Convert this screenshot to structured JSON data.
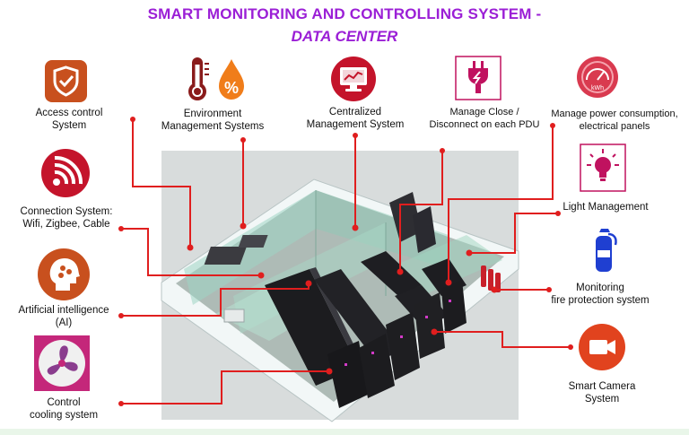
{
  "title": {
    "line1": "SMART MONITORING AND CONTROLLING SYSTEM -",
    "line2": "DATA CENTER"
  },
  "colors": {
    "title": "#9b1fd6",
    "connector": "#e01e1e",
    "icon_orange": "#c8501e",
    "icon_red": "#c4142b",
    "icon_magenta": "#c0125f",
    "icon_blue": "#1f3fd1"
  },
  "features": {
    "access": {
      "line1": "Access control",
      "line2": "System",
      "icon": "shield-check-icon"
    },
    "environment": {
      "line1": "Environment",
      "line2": "Management Systems",
      "icon": "thermometer-humidity-icon"
    },
    "centralized": {
      "line1": "Centralized",
      "line2": "Management System",
      "icon": "monitor-dashboard-icon"
    },
    "pdu": {
      "line1": "Manage Close /",
      "line2": "Disconnect on each PDU",
      "icon": "power-plug-icon"
    },
    "power": {
      "line1": "Manage power consumption,",
      "line2": "electrical panels",
      "icon": "kwh-meter-icon",
      "icon_text": "kWh"
    },
    "connection": {
      "line1": "Connection System:",
      "line2": "Wifi, Zigbee, Cable",
      "icon": "wifi-signal-icon"
    },
    "light": {
      "line1": "Light Management",
      "icon": "light-bulb-icon"
    },
    "ai": {
      "line1": "Artificial intelligence",
      "line2": "(AI)",
      "icon": "ai-head-icon"
    },
    "fire": {
      "line1": "Monitoring",
      "line2": "fire protection system",
      "icon": "fire-extinguisher-icon"
    },
    "cooling": {
      "line1": "Control",
      "line2": "cooling system",
      "icon": "fan-icon"
    },
    "camera": {
      "line1": "Smart Camera",
      "line2": "System",
      "icon": "video-camera-icon"
    }
  }
}
